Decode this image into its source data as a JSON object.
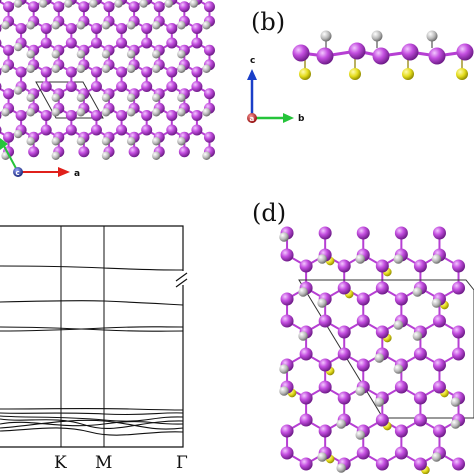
{
  "panels": {
    "b": {
      "label": "(b)"
    },
    "d": {
      "label": "(d)"
    }
  },
  "axis_triads": {
    "top_left": {
      "x_axis_label": "a",
      "origin_glyph": "c"
    },
    "top_right": {
      "up_label": "c",
      "right_label": "b",
      "origin_glyph": "a"
    }
  },
  "band_plot": {
    "kpoint_labels": [
      "K",
      "M",
      "Γ"
    ],
    "axis_break_mark": "//"
  },
  "colors": {
    "atom_main": "#b63fd3",
    "atom_hydrogen": "#b7b7b7",
    "atom_sulfur": "#d9d21a",
    "bond": "#b63fd3",
    "cell": "#333333",
    "axis_red": "#e0201b",
    "axis_green": "#25c43a",
    "axis_blue": "#1a3fc8"
  }
}
